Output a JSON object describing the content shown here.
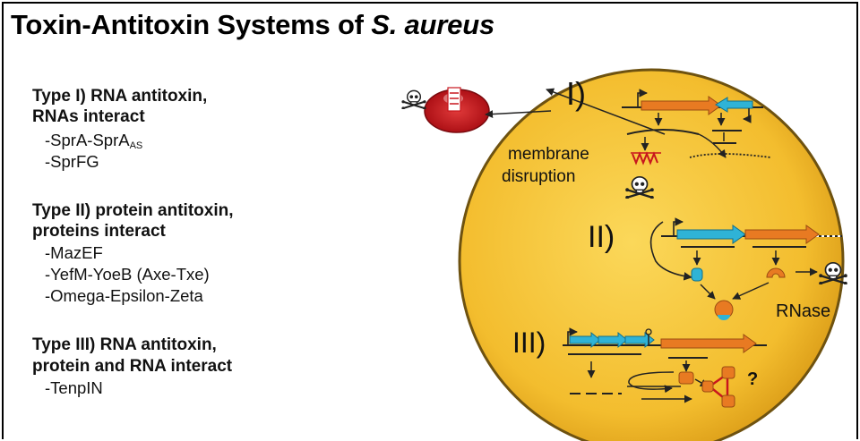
{
  "title": {
    "main": "Toxin-Antitoxin Systems of ",
    "organism": "S. aureus"
  },
  "left_list": {
    "type1": {
      "head_l1": "Type I) RNA antitoxin,",
      "head_l2": "RNAs interact",
      "item1_main": "-SprA-SprA",
      "item1_sub": "AS",
      "item2": "-SprFG"
    },
    "type2": {
      "head_l1": "Type II) protein antitoxin,",
      "head_l2": "proteins interact",
      "item1": "-MazEF",
      "item2": "-YefM-YoeB (Axe-Txe)",
      "item3": "-Omega-Epsilon-Zeta"
    },
    "type3": {
      "head_l1": "Type III) RNA antitoxin,",
      "head_l2": "protein and RNA interact",
      "item1": "-TenpIN"
    }
  },
  "diagram": {
    "label_type1": "I)",
    "label_type2": "II)",
    "label_type3": "III)",
    "membrane_l1": "membrane",
    "membrane_l2": "disruption",
    "rnase": "RNase",
    "question": "?",
    "colors": {
      "cell": "#f5c33a",
      "cell_edge": "#7a5a10",
      "toxin_gene": "#e87a22",
      "antitoxin_gene": "#2fb3d6",
      "rbc": "#c8161d"
    }
  }
}
